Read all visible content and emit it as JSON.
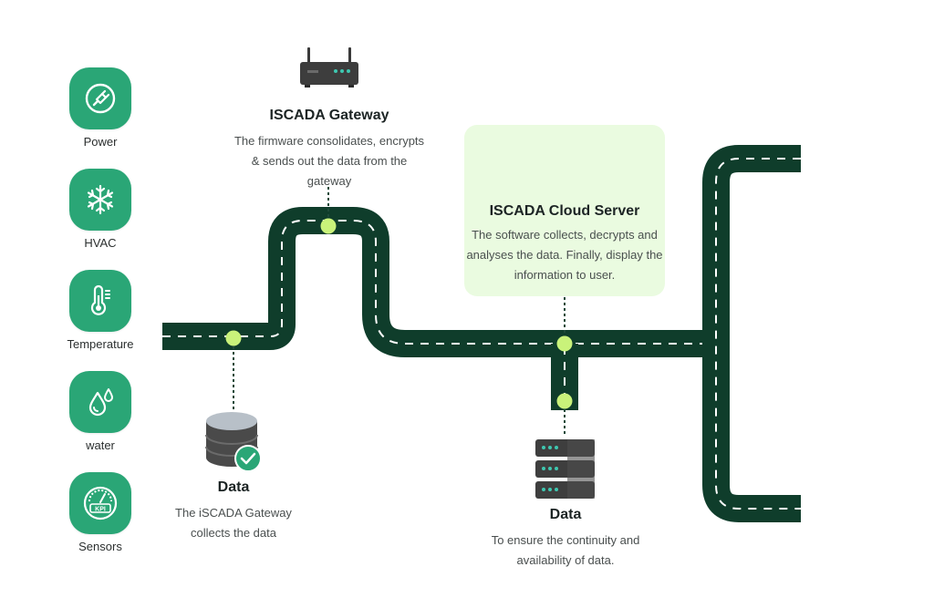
{
  "sources": [
    {
      "label": "Power",
      "icon": "power-plug-icon"
    },
    {
      "label": "HVAC",
      "icon": "snowflake-icon"
    },
    {
      "label": "Temperature",
      "icon": "thermometer-icon"
    },
    {
      "label": "water",
      "icon": "water-drops-icon"
    },
    {
      "label": "Sensors",
      "icon": "kpi-gauge-icon"
    }
  ],
  "gateway": {
    "title": "ISCADA Gateway",
    "desc": "The firmware consolidates, encrypts & sends out the data from the gateway",
    "icon": "router-icon"
  },
  "cloud": {
    "title": "ISCADA Cloud Server",
    "desc": "The software collects, decrypts and analyses the data. Finally, display the information to user.",
    "icon": "cloud-server-icon"
  },
  "data_left": {
    "title": "Data",
    "desc": "The iSCADA Gateway collects the data",
    "icon": "database-check-icon"
  },
  "data_right": {
    "title": "Data",
    "desc": "To ensure the continuity and availability of data.",
    "icon": "server-stack-icon"
  },
  "colors": {
    "road": "#0f3d2b",
    "road_marking": "#ffffff",
    "node": "#c9f27a",
    "tile": "#2aa676",
    "panel": "#eafbe0",
    "connector": "#1f4a3a"
  }
}
